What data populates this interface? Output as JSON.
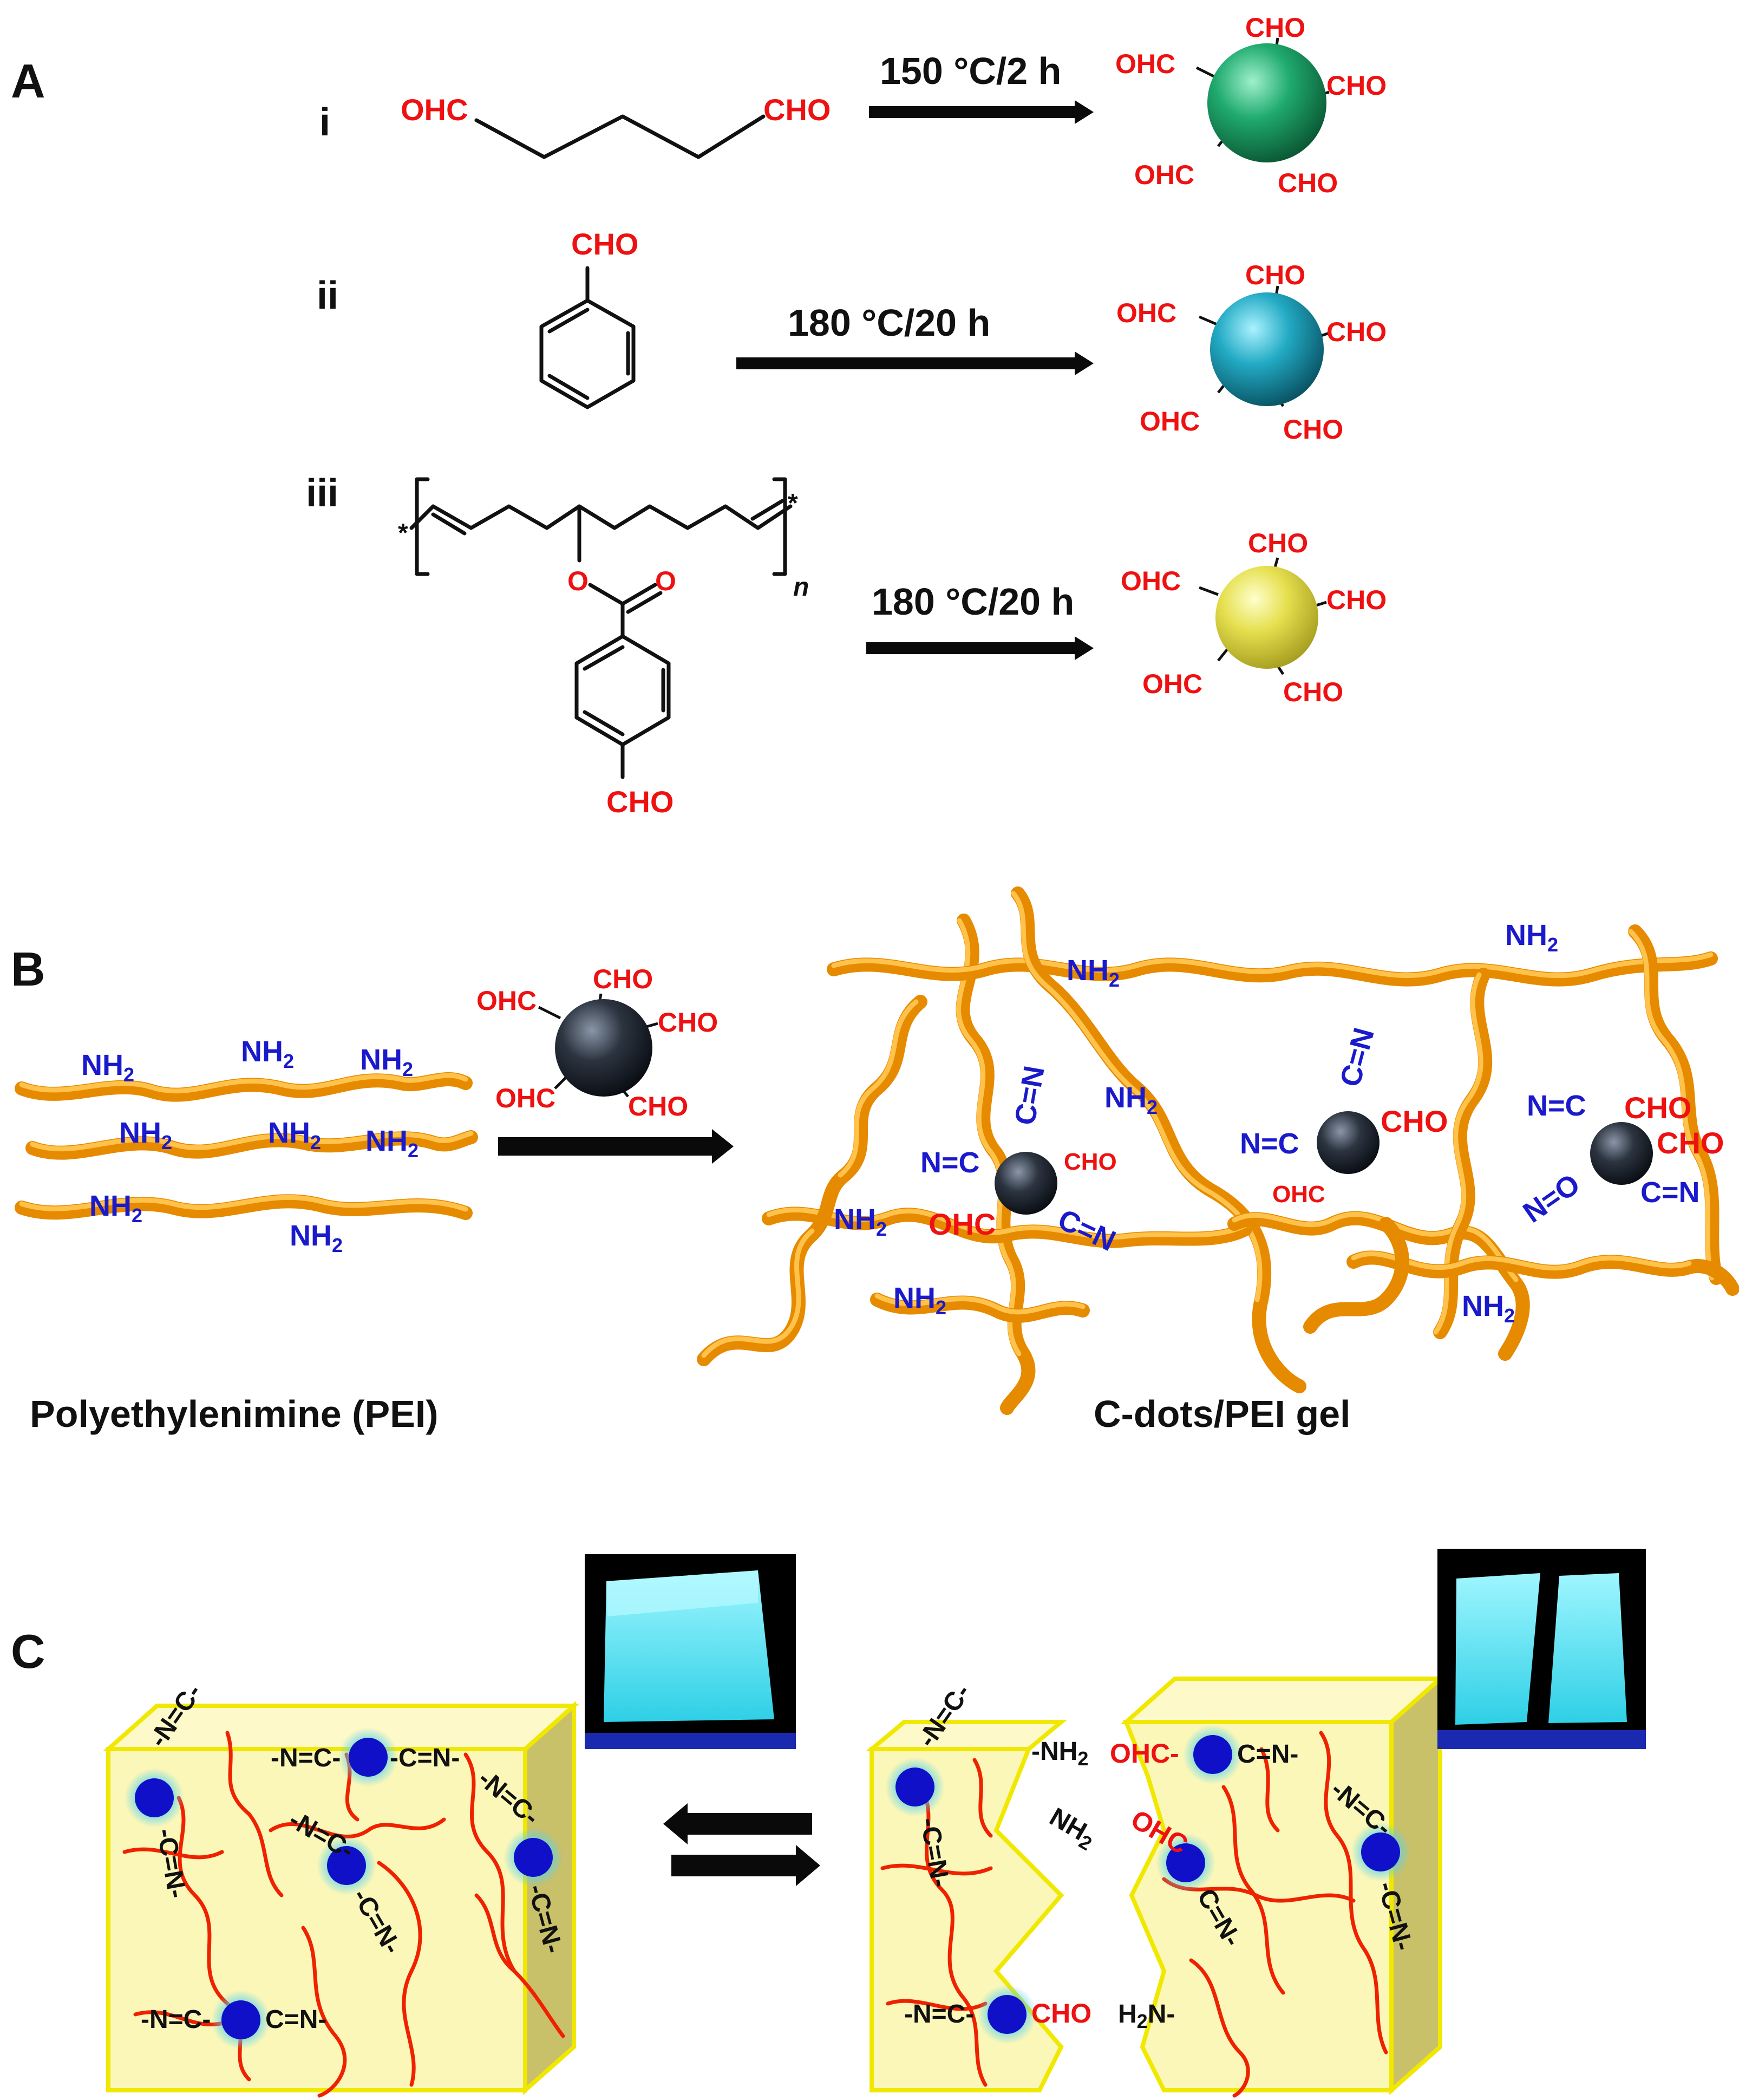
{
  "panel_a": {
    "letter": "A",
    "rows": [
      {
        "roman": "i",
        "condition": "150 °C/2 h",
        "precursor_labels": [
          "OHC",
          "CHO"
        ]
      },
      {
        "roman": "ii",
        "condition": "180 °C/20 h",
        "precursor_labels": [
          "CHO"
        ]
      },
      {
        "roman": "iii",
        "condition": "180 °C/20 h",
        "precursor_labels": [
          "CHO",
          "n"
        ]
      }
    ],
    "dot_labels": [
      "CHO",
      "OHC",
      "CHO",
      "OHC",
      "CHO"
    ],
    "dot_colors": [
      "#1faa6e",
      "#22aac4",
      "#e6e050"
    ]
  },
  "panel_b": {
    "letter": "B",
    "pei_caption": "Polyethylenimine (PEI)",
    "gel_caption": "C-dots/PEI gel",
    "amine": "NH",
    "amine_sub": "2",
    "aldehyde": "CHO",
    "aldehyde_rev": "OHC",
    "imine_a": "N=C",
    "imine_b": "C=N",
    "imine_c": "N=O",
    "rope_color": "#e68a00",
    "cdot_color": "#2c3440"
  },
  "panel_c": {
    "letter": "C",
    "imine_left": "-N=C-",
    "imine_right": "-C=N-",
    "left_bottom_a": "-N=C-",
    "left_bottom_b": "C=N-",
    "right_nh2_1": "-NH",
    "right_nh2_2": "NH",
    "right_ohc_1": "OHC-",
    "right_cn_1": "C=N-",
    "right_ohc_2": "OHC",
    "right_bottom_a": "-N=C-",
    "right_bottom_cho": "CHO",
    "right_bottom_h2n": "H",
    "right_bottom_h2n_tail": "N-",
    "sub2": "2",
    "gel_fill": "#fbf7b8",
    "gel_edge": "#f0e800",
    "dot_color": "#1010c8",
    "glow_color": "#5ad2ee",
    "photo_glow": "#40d8f0"
  }
}
